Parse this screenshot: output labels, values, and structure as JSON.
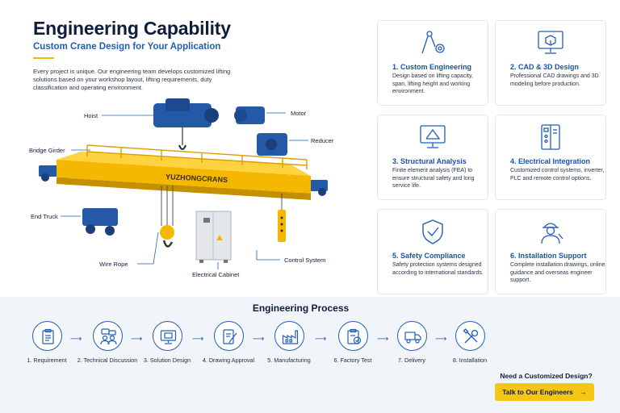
{
  "header": {
    "title": "Engineering Capability",
    "subtitle": "Custom Crane Design for Your Application",
    "intro": "Every project is unique. Our engineering team develops customized lifting solutions based on your workshop layout, lifting requirements, duty classification and operating environment."
  },
  "diagram": {
    "brand_text": "YUZHONGCRANS",
    "callouts": {
      "hoist": "Hoist",
      "motor": "Motor",
      "reducer": "Reducer",
      "bridge_girder": "Bridge Girder",
      "end_truck": "End Truck",
      "wire_rope": "Wire Rope",
      "control_system": "Control System",
      "electrical_cabinet": "Electrical Cabinet"
    }
  },
  "cards": [
    {
      "icon": "compass-gear-icon",
      "title": "1. Custom Engineering",
      "desc": "Design based on lifting capacity, span, lifting height and working environment."
    },
    {
      "icon": "cad-monitor-icon",
      "title": "2. CAD & 3D Design",
      "desc": "Professional CAD drawings and 3D modeling before production."
    },
    {
      "icon": "analysis-monitor-icon",
      "title": "3. Structural Analysis",
      "desc": "Finite element analysis (FEA) to ensure structural safety and long service life."
    },
    {
      "icon": "control-panel-icon",
      "title": "4. Electrical Integration",
      "desc": "Customized control systems, inverter, PLC and remote control options."
    },
    {
      "icon": "shield-check-icon",
      "title": "5. Safety Compliance",
      "desc": "Safety protection systems designed according to international standards."
    },
    {
      "icon": "engineer-icon",
      "title": "6. Installation Support",
      "desc": "Complete installation drawings, online guidance and overseas engineer support."
    }
  ],
  "process": {
    "title": "Engineering Process",
    "steps": [
      {
        "icon": "clipboard-icon",
        "label": "1. Requirement"
      },
      {
        "icon": "discussion-icon",
        "label": "2. Technical Discussion"
      },
      {
        "icon": "monitor-icon",
        "label": "3. Solution Design"
      },
      {
        "icon": "drawing-icon",
        "label": "4. Drawing Approval"
      },
      {
        "icon": "factory-icon",
        "label": "5. Manufacturing"
      },
      {
        "icon": "checklist-icon",
        "label": "6. Factory Test"
      },
      {
        "icon": "truck-icon",
        "label": "7. Delivery"
      },
      {
        "icon": "tools-icon",
        "label": "8. Installation"
      }
    ]
  },
  "cta": {
    "question": "Need a Customized Design?",
    "button": "Talk to Our Engineers",
    "arrow": "→"
  },
  "colors": {
    "navy": "#0f1d3a",
    "brand_blue": "#1f5fb8",
    "crane_yellow": "#f5b800",
    "motor_blue": "#2459a8"
  }
}
